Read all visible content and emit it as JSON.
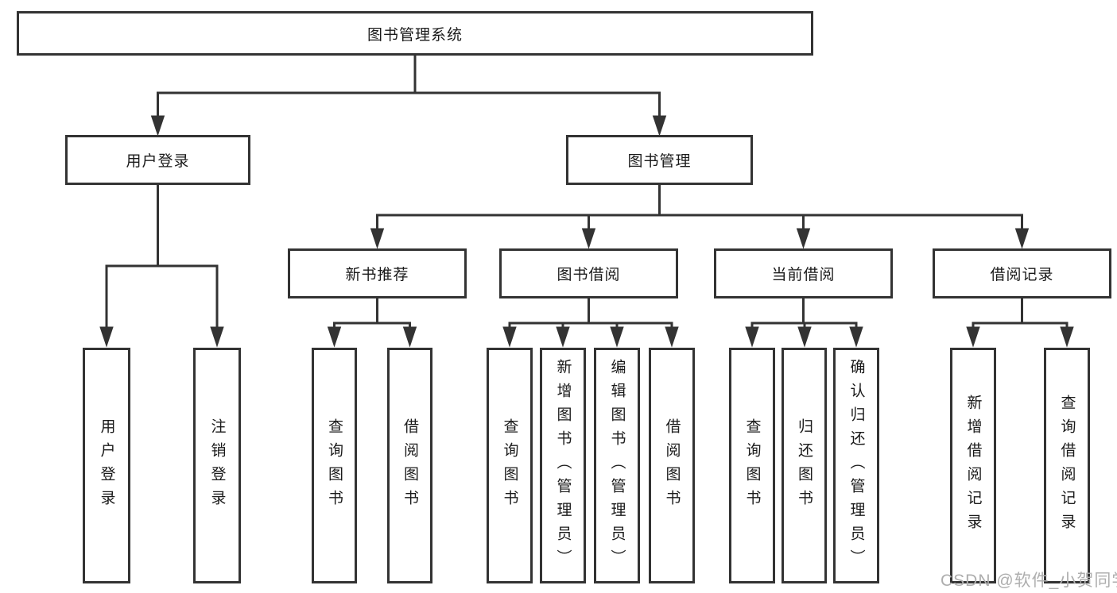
{
  "diagram": {
    "root": {
      "label": "图书管理系统"
    },
    "branches": {
      "user_login": {
        "label": "用户登录",
        "children": [
          {
            "label": "用户登录"
          },
          {
            "label": "注销登录"
          }
        ]
      },
      "book_management": {
        "label": "图书管理"
      }
    },
    "modules": [
      {
        "label": "新书推荐",
        "children": [
          {
            "label": "查询图书"
          },
          {
            "label": "借阅图书"
          }
        ]
      },
      {
        "label": "图书借阅",
        "children": [
          {
            "label": "查询图书"
          },
          {
            "label": "新增图书（管理员）"
          },
          {
            "label": "编辑图书（管理员）"
          },
          {
            "label": "借阅图书"
          }
        ]
      },
      {
        "label": "当前借阅",
        "children": [
          {
            "label": "查询图书"
          },
          {
            "label": "归还图书"
          },
          {
            "label": "确认归还（管理员）"
          }
        ]
      },
      {
        "label": "借阅记录",
        "children": [
          {
            "label": "新增借阅记录"
          },
          {
            "label": "查询借阅记录"
          }
        ]
      }
    ],
    "colors": {
      "line": "#333333",
      "text": "#1a1a1a",
      "background": "#ffffff",
      "watermark": "#aeaeae"
    },
    "watermark": {
      "text": "CSDN @软件_小贺同学"
    }
  }
}
